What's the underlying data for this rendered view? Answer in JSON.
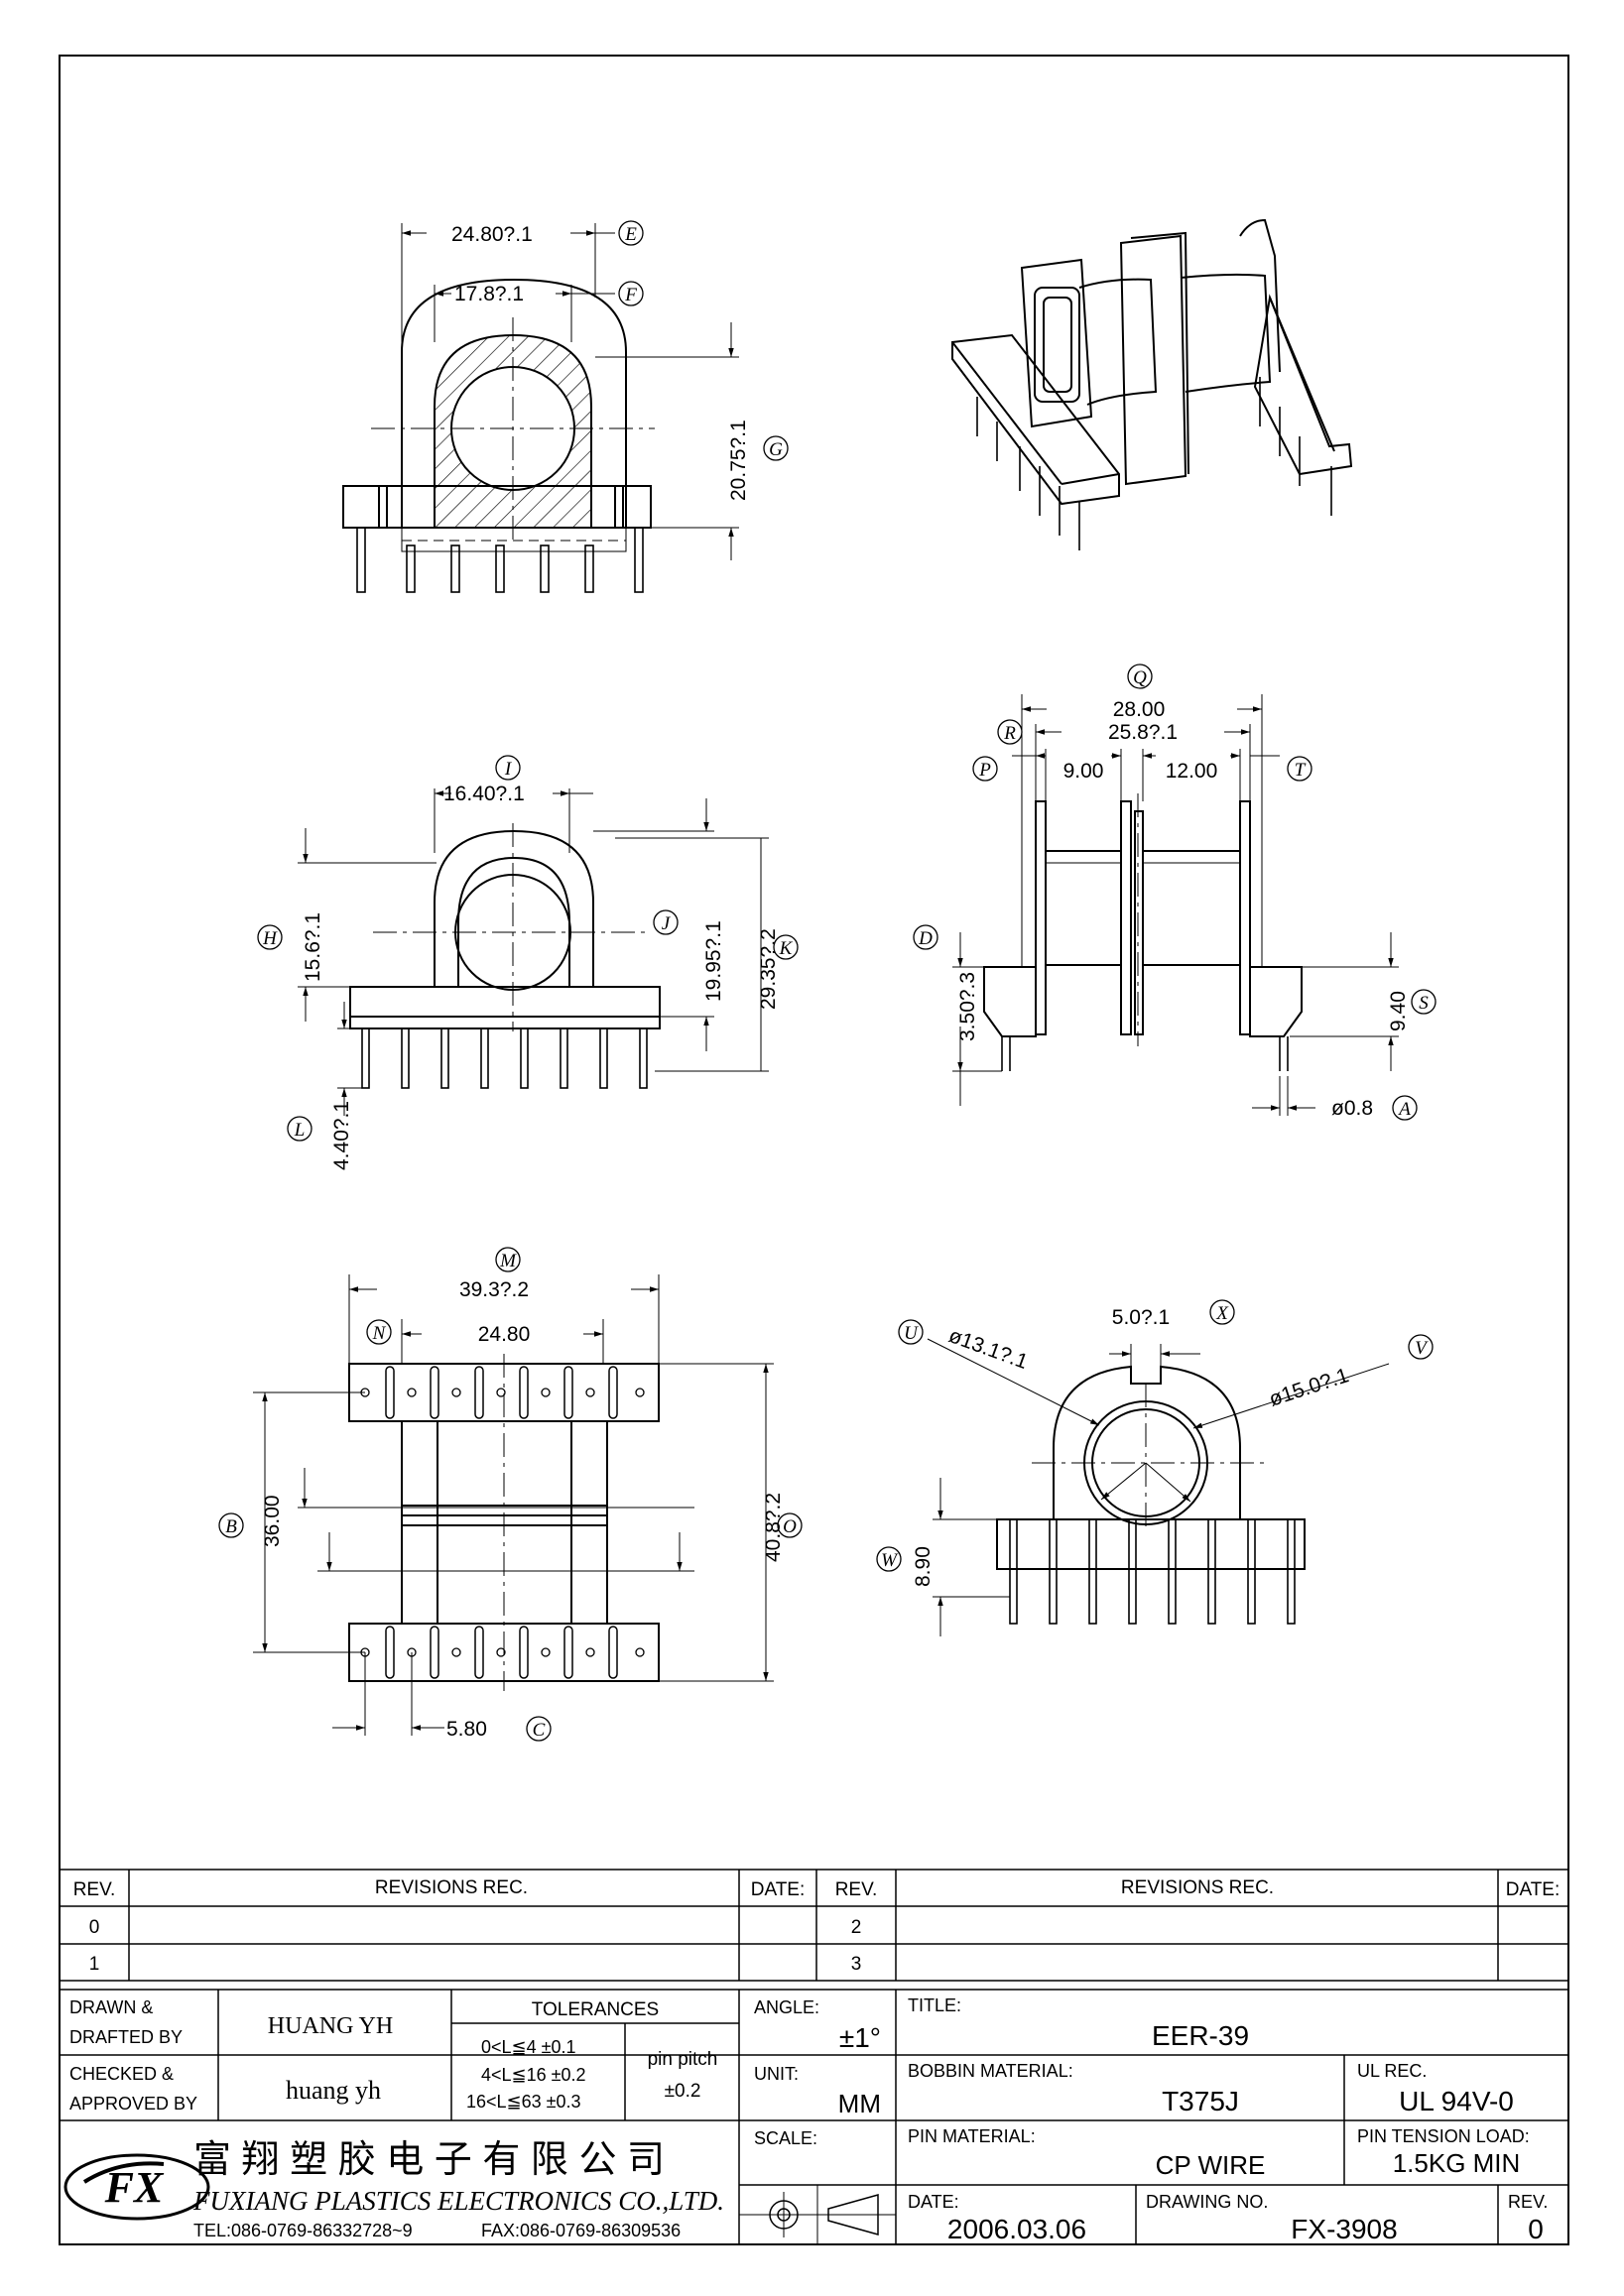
{
  "dimensions": {
    "front_width": "24.80?.1",
    "front_inner": "17.8?.1",
    "front_height": "20.75?.1",
    "side_width": "16.40?.1",
    "side_h": "15.6?.1",
    "side_j": "19.95?.1",
    "side_k": "29.35?.2",
    "side_l": "4.40?.1",
    "top_q": "28.00",
    "top_r": "25.8?.1",
    "top_p": "9.00",
    "top_t": "12.00",
    "top_d": "3.50?.3",
    "top_s": "9.40",
    "top_a": "ø0.8",
    "bottom_m": "39.3?.2",
    "bottom_n": "24.80",
    "bottom_b": "36.00",
    "bottom_o": "40.8?.2",
    "bottom_c": "5.80",
    "end_x": "5.0?.1",
    "end_u": "ø13.1?.1",
    "end_v": "ø15.0?.1",
    "end_w": "8.90"
  },
  "callouts": {
    "a": "A",
    "b": "B",
    "c": "C",
    "d": "D",
    "e": "E",
    "f": "F",
    "g": "G",
    "h": "H",
    "i": "I",
    "j": "J",
    "k": "K",
    "l": "L",
    "m": "M",
    "n": "N",
    "o": "O",
    "p": "P",
    "q": "Q",
    "r": "R",
    "s": "S",
    "t": "T",
    "u": "U",
    "v": "V",
    "w": "W",
    "x": "X"
  },
  "revisions": {
    "rev_header": "REV.",
    "rec_header": "REVISIONS   REC.",
    "date_header": "DATE:",
    "rev_0": "0",
    "rev_1": "1",
    "rev_2": "2",
    "rev_3": "3"
  },
  "title_block": {
    "drawn_label_1": "DRAWN  &",
    "drawn_label_2": "DRAFTED  BY",
    "drawn_value": "HUANG YH",
    "checked_label_1": "CHECKED  &",
    "checked_label_2": "APPROVED  BY",
    "checked_value": "huang yh",
    "tolerances_label": "TOLERANCES",
    "tol_1": "0<L≦4    ±0.1",
    "tol_2": "4<L≦16  ±0.2",
    "tol_3": "16<L≦63  ±0.3",
    "pin_pitch_label": "pin  pitch",
    "pin_pitch_value": "±0.2",
    "angle_label": "ANGLE:",
    "angle_value": "±1°",
    "unit_label": "UNIT:",
    "unit_value": "MM",
    "scale_label": "SCALE:",
    "title_label": "TITLE:",
    "title_value": "EER-39",
    "bobbin_label": "BOBBIN  MATERIAL:",
    "bobbin_value": "T375J",
    "ul_label": "UL  REC.",
    "ul_value": "UL  94V-0",
    "pin_material_label": "PIN  MATERIAL:",
    "pin_material_value": "CP  WIRE",
    "pin_tension_label": "PIN  TENSION  LOAD:",
    "pin_tension_value": "1.5KG  MIN",
    "date_label": "DATE:",
    "date_value": "2006.03.06",
    "drawing_no_label": "DRAWING  NO.",
    "drawing_no_value": "FX-3908",
    "rev_label": "REV.",
    "rev_value": "0",
    "company_cn": "富 翔 塑 胶 电 子 有 限 公 司",
    "company_en": "FUXIANG  PLASTICS  ELECTRONICS  CO.,LTD.",
    "tel": "TEL:086-0769-86332728~9",
    "fax": "FAX:086-0769-86309536",
    "logo_text": "FX"
  }
}
